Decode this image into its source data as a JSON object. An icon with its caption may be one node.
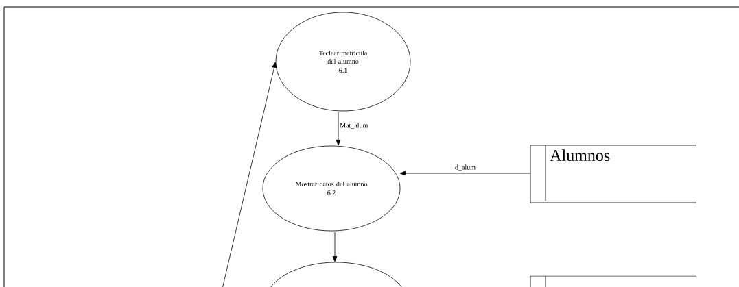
{
  "diagram": {
    "nodes": [
      {
        "text": [
          "Teclear matrícula del alumno",
          "6.1"
        ]
      },
      {
        "text": [
          "Mostrar datos del alumno",
          "6.2"
        ]
      },
      {
        "text": [
          "Alumnos"
        ]
      },
      {
        "text": [],
        "shape": "circle"
      },
      {
        "text": [],
        "shape": "box"
      }
    ],
    "edges": [
      {
        "from": 0,
        "to": 1,
        "arrow": "to",
        "label": "Mat_alum"
      },
      {
        "from": 2,
        "to": 1,
        "arrow": "to",
        "label": "d_alum"
      },
      {
        "from": 1,
        "to": 3,
        "arrow": "to"
      },
      {
        "from": null,
        "to": 0,
        "arrow": "to"
      }
    ]
  }
}
